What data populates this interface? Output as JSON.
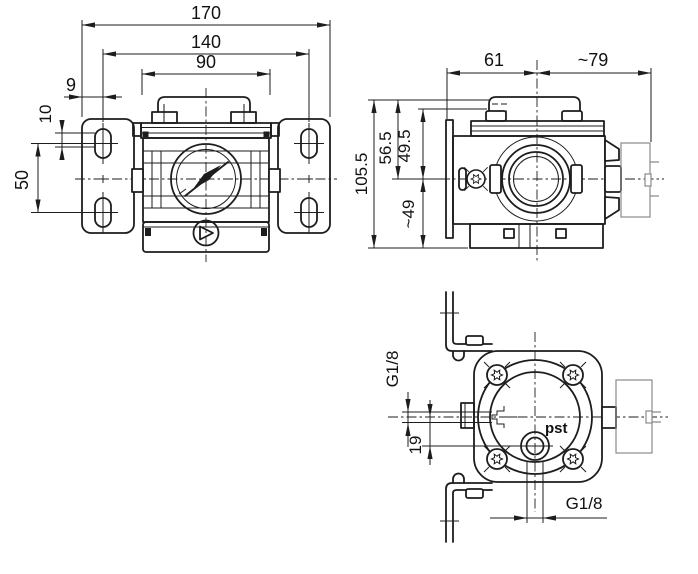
{
  "drawing": {
    "type": "technical-dimension-drawing",
    "views": {
      "front": {
        "dims": {
          "overall_width": "170",
          "mount_slot_spacing": "140",
          "body_width": "90",
          "slot_edge_offset": "9",
          "slot_length": "10",
          "slot_row_pitch": "50"
        }
      },
      "side": {
        "dims": {
          "axis_to_mount_face": "61",
          "axis_to_rear": "~79",
          "overall_height": "105.5",
          "top_to_axis": "56.5",
          "cap_to_axis": "49.5",
          "axis_to_bottom": "~49"
        }
      },
      "bottom": {
        "dims": {
          "side_port_thread": "G1/8",
          "axis_to_pilot_port": "19",
          "pilot_port_thread": "G1/8"
        },
        "labels": {
          "pilot_port": "pst"
        }
      }
    },
    "colors": {
      "line": "#1d1d1d",
      "phantom": "#8a8a8a",
      "background": "#ffffff"
    }
  }
}
